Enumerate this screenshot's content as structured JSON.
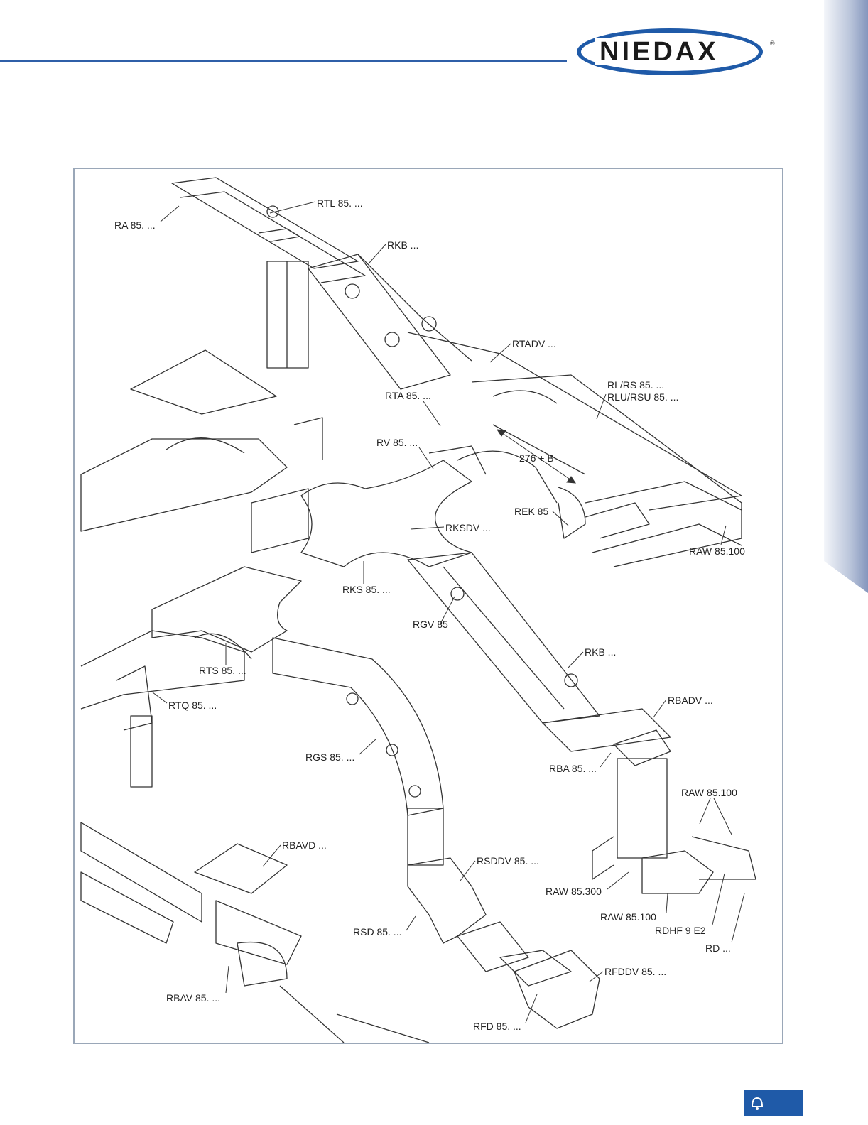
{
  "brand": {
    "name": "NIEDAX",
    "registered_mark": "®",
    "colors": {
      "primary": "#1f5aa8",
      "rule": "#2f5fa8"
    }
  },
  "icons": {
    "footer_icon": "bell-icon"
  },
  "diagram": {
    "labels": {
      "ra": "RA 85. ...",
      "rtl": "RTL 85. ...",
      "rkb_top": "RKB ...",
      "rtadv": "RTADV ...",
      "rl_rs": "RL/RS 85. ...",
      "rlu_rsu": "RLU/RSU 85. ...",
      "rta": "RTA 85. ...",
      "rv": "RV 85. ...",
      "dim": "276 + B",
      "rek": "REK 85",
      "rksdv": "RKSDV ...",
      "raw_right": "RAW 85.100",
      "rks": "RKS 85. ...",
      "rgv": "RGV 85",
      "rkb_mid": "RKB ...",
      "rts": "RTS 85. ...",
      "rtq": "RTQ 85. ...",
      "rbadv": "RBADV ...",
      "rgs": "RGS 85. ...",
      "rba": "RBA 85. ...",
      "raw_mid": "RAW 85.100",
      "rbavd": "RBAVD ...",
      "rsddv": "RSDDV 85. ...",
      "raw_300": "RAW 85.300",
      "raw_low": "RAW 85.100",
      "rdhf": "RDHF 9 E2",
      "rsd": "RSD 85. ...",
      "rd": "RD ...",
      "rfddv": "RFDDV 85. ...",
      "rbav": "RBAV 85. ...",
      "rfd": "RFD 85. ..."
    }
  }
}
